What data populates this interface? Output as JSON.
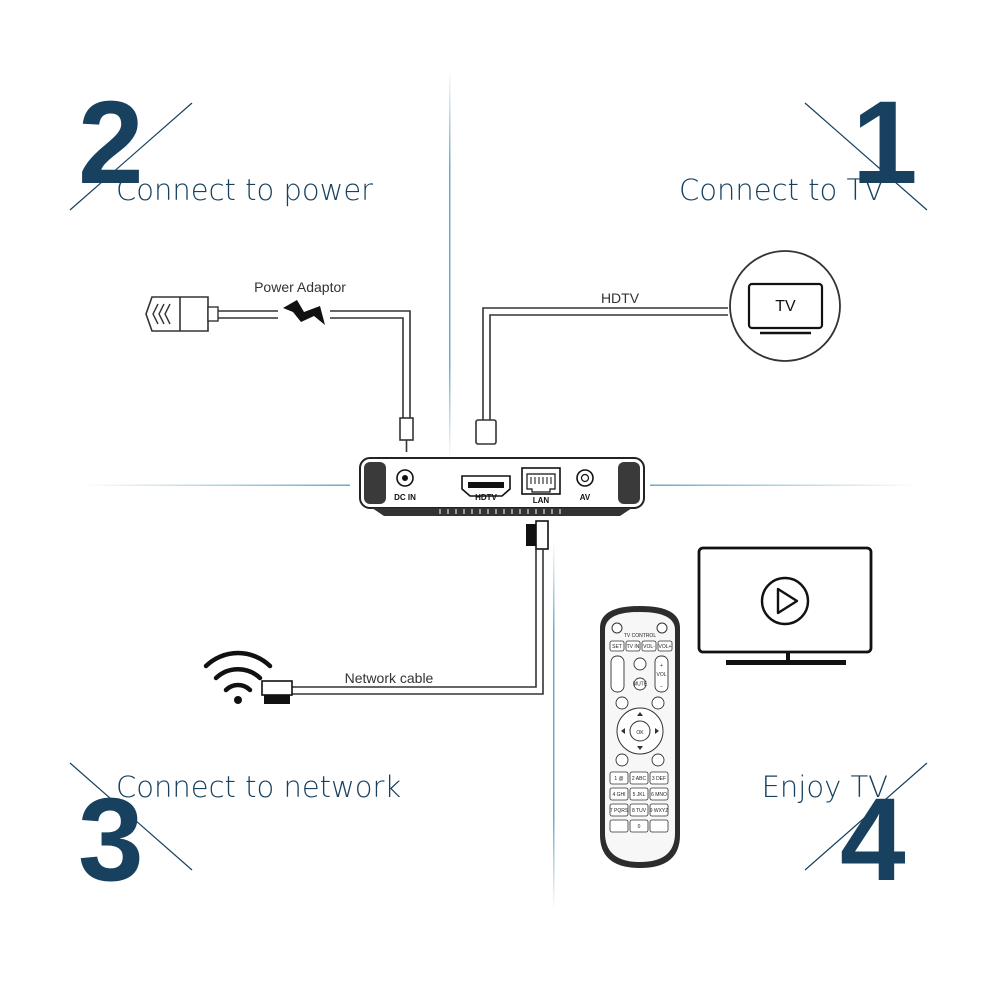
{
  "steps": [
    {
      "number": "2",
      "title": "Connect to power"
    },
    {
      "number": "1",
      "title": "Connect to TV"
    },
    {
      "number": "3",
      "title": "Connect to network"
    },
    {
      "number": "4",
      "title": "Enjoy TV"
    }
  ],
  "cables": {
    "power": "Power Adaptor",
    "hdtv": "HDTV",
    "network": "Network cable"
  },
  "tv_label": "TV",
  "ports": {
    "dcin": "DC IN",
    "hdtv": "HDTV",
    "lan": "LAN",
    "av": "AV"
  },
  "remote": {
    "header": "TV CONTROL",
    "top_keys": [
      "SET",
      "TV IN",
      "VOL-",
      "VOL+"
    ],
    "mute": "MUTE",
    "vol": "VOL",
    "ok": "OK",
    "numpad": [
      "1 @",
      "2 ABC",
      "3 DEF",
      "4 GHI",
      "5 JKL",
      "6 MNO",
      "7 PQRS",
      "8 TUV",
      "9 WXYZ",
      "",
      "0",
      ""
    ]
  },
  "colors": {
    "accent": "#17415f",
    "divider": "#6aa9c9",
    "line": "#333333"
  }
}
